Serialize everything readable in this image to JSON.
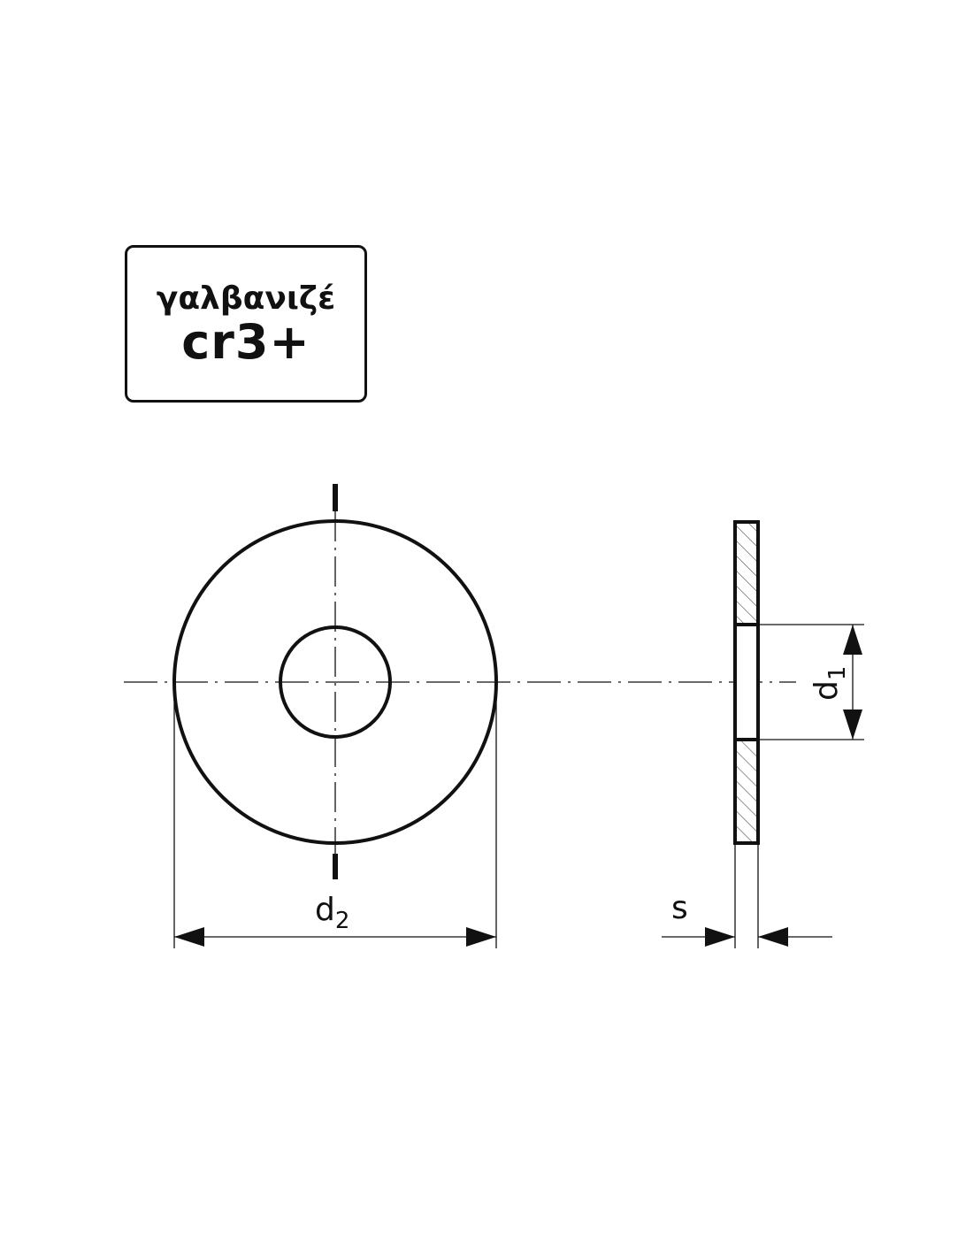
{
  "badge": {
    "line1": "γαλβανιζέ",
    "line2": "cr3+"
  },
  "dimensions": {
    "d2": {
      "symbol": "d",
      "subscript": "2"
    },
    "d1": {
      "symbol": "d",
      "subscript": "1"
    },
    "s": {
      "symbol": "s"
    }
  },
  "colors": {
    "line": "#111111",
    "background": "#ffffff"
  }
}
